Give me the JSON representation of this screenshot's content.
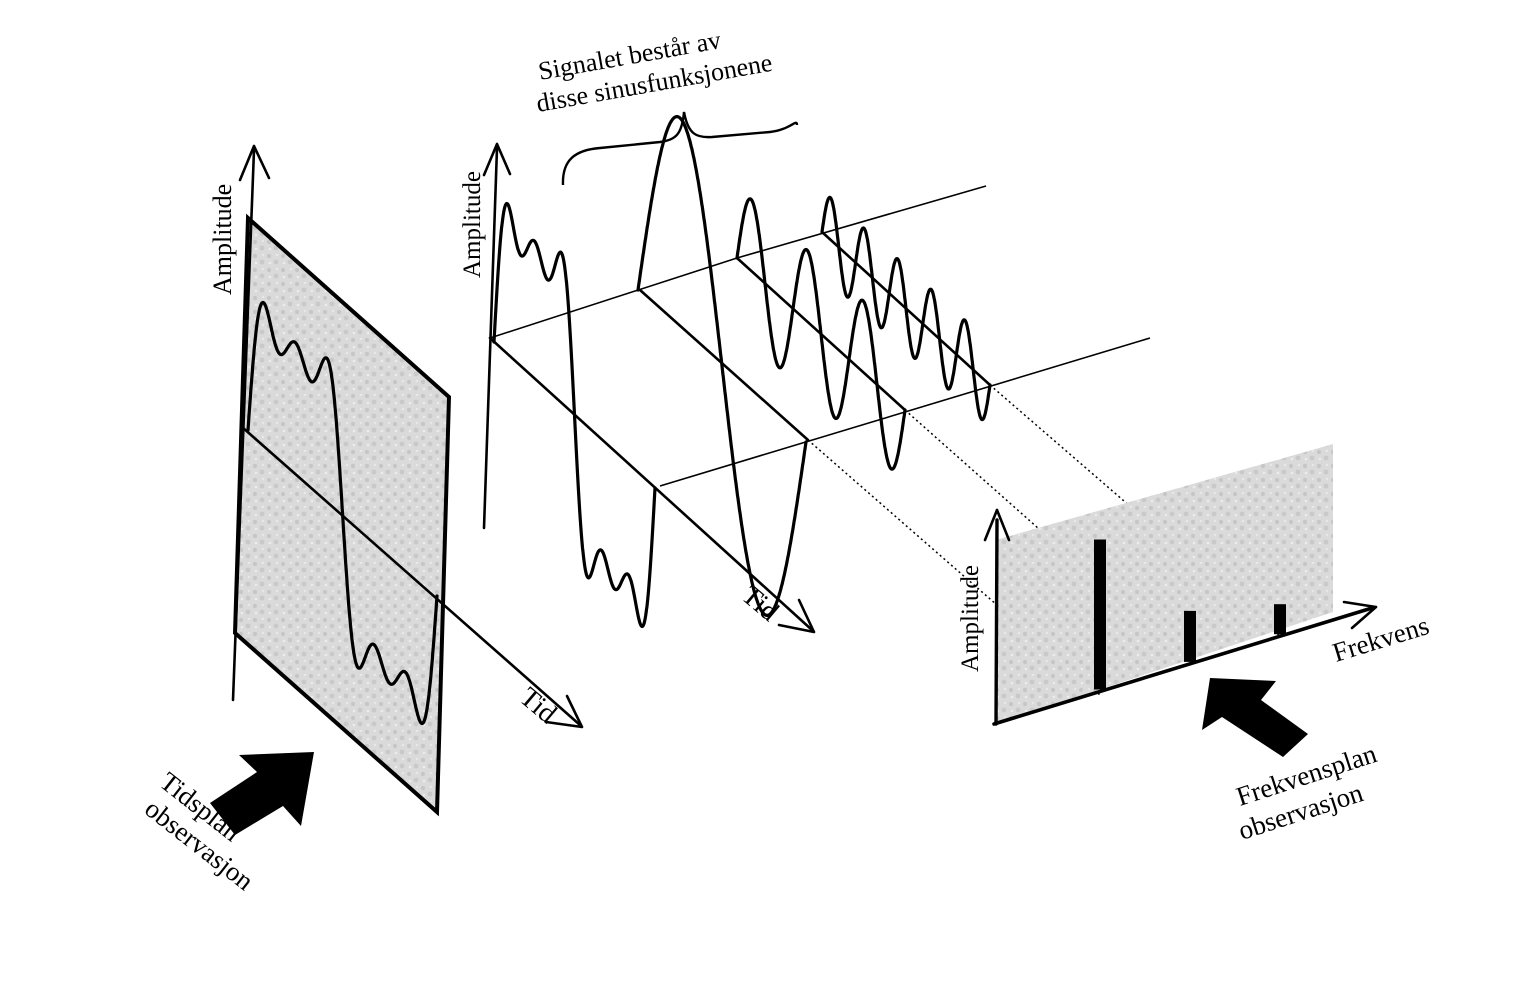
{
  "labels": {
    "signal_title_line1": "Signalet består av",
    "signal_title_line2": "disse sinusfunksjonene",
    "amplitude_left": "Amplitude",
    "amplitude_middle": "Amplitude",
    "amplitude_right": "Amplitude",
    "tid_left": "Tid",
    "tid_middle": "Tid",
    "frekvens": "Frekvens",
    "tidsplan_line1": "Tidsplan",
    "tidsplan_line2": "observasjon",
    "frekvensplan_line1": "Frekvensplan",
    "frekvensplan_line2": "observasjon"
  },
  "spectrum": {
    "components": [
      {
        "harmonic": 1,
        "relative_amplitude": 1.0
      },
      {
        "harmonic": 3,
        "relative_amplitude": 0.34
      },
      {
        "harmonic": 5,
        "relative_amplitude": 0.2
      }
    ]
  },
  "colors": {
    "ink": "#000000",
    "panel_fill": "#d9d9d9",
    "panel_speckle": "#c4c4c4",
    "background": "#ffffff"
  }
}
